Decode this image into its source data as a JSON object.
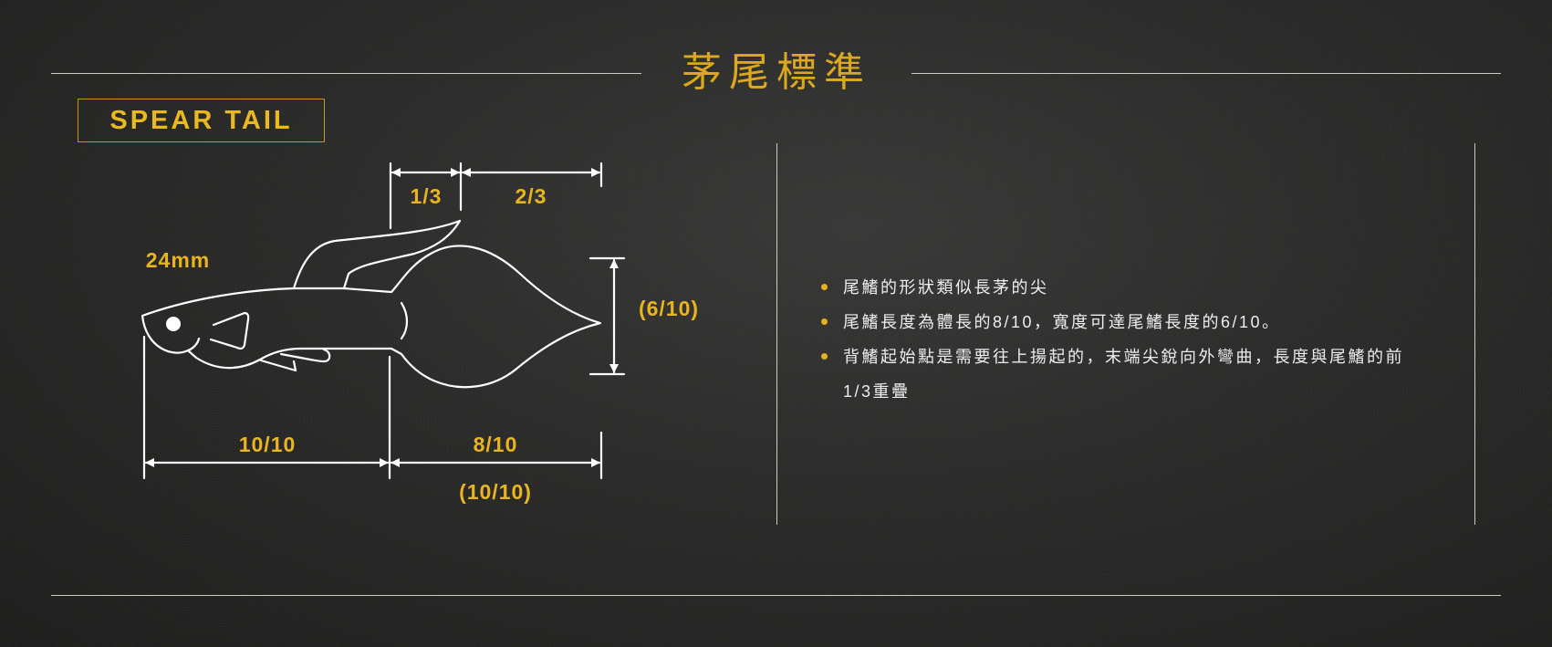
{
  "title": "茅尾標準",
  "badge": "SPEAR TAIL",
  "diagram": {
    "body_length_label": "24mm",
    "dorsal_front": "1/3",
    "dorsal_rest": "2/3",
    "tail_width": "(6/10)",
    "body": "10/10",
    "tail_length": "8/10",
    "tail_length_alt": "(10/10)"
  },
  "bullets": [
    "尾鰭的形狀類似長茅的尖",
    "尾鰭長度為體長的8/10，寬度可達尾鰭長度的6/10。",
    "背鰭起始點是需要往上揚起的，末端尖銳向外彎曲，長度與尾鰭的前1/3重疊"
  ],
  "colors": {
    "accent": "#e6b120",
    "line": "#ffffff",
    "background": "#2c2c2b"
  }
}
